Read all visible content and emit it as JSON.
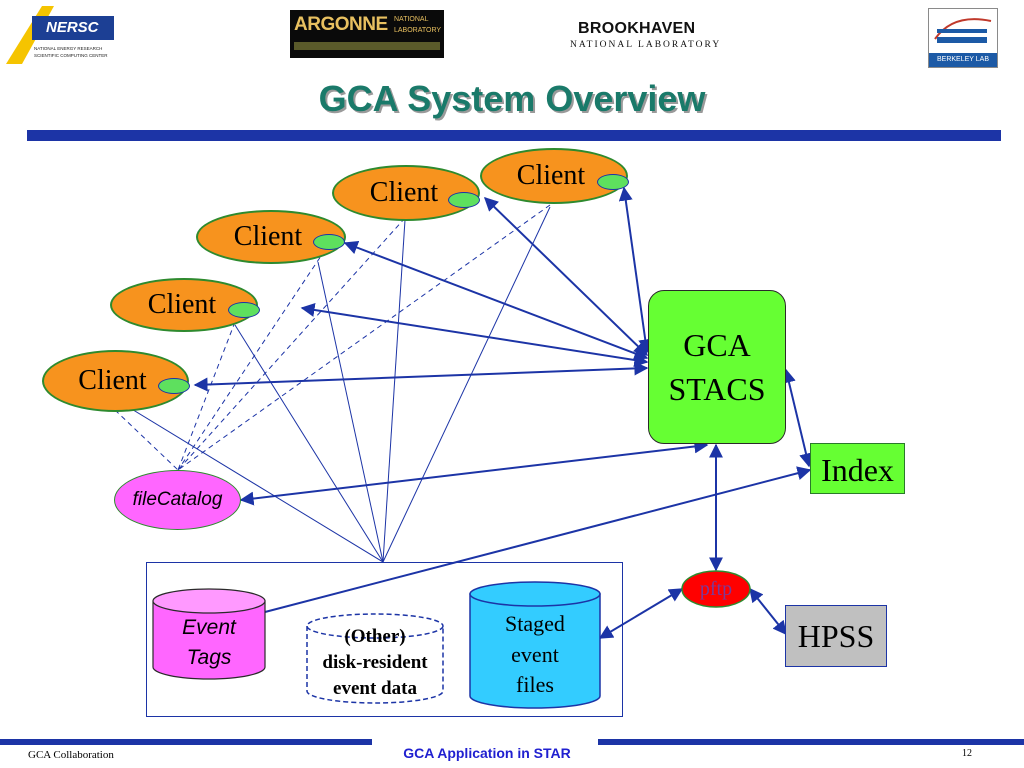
{
  "logos": {
    "nersc": {
      "name": "NERSC",
      "line1": "NATIONAL ENERGY RESEARCH",
      "line2": "SCIENTIFIC COMPUTING CENTER"
    },
    "argonne": {
      "name": "ARGONNE",
      "sub1": "NATIONAL",
      "sub2": "LABORATORY"
    },
    "brookhaven": {
      "name": "BROOKHAVEN",
      "sub": "NATIONAL LABORATORY"
    },
    "berkeley": {
      "name": "BERKELEY LAB"
    }
  },
  "slide": {
    "title": "GCA System Overview"
  },
  "diagram": {
    "clients": [
      "Client",
      "Client",
      "Client",
      "Client",
      "Client"
    ],
    "stacs": {
      "line1": "GCA",
      "line2": "STACS"
    },
    "index": "Index",
    "file_catalog": "fileCatalog",
    "event_tags": {
      "line1": "Event",
      "line2": "Tags"
    },
    "other_data": {
      "line1": "(Other)",
      "line2": "disk-resident",
      "line3": "event data"
    },
    "staged": {
      "line1": "Staged",
      "line2": "event",
      "line3": "files"
    },
    "pftp": "pftp",
    "hpss": "HPSS"
  },
  "colors": {
    "client_fill": "#f7931e",
    "port_fill": "#5ee05e",
    "stacs_fill": "#66ff33",
    "catalog_fill": "#ff66ff",
    "staged_fill": "#33ccff",
    "pftp_fill": "#ff0000",
    "hpss_fill": "#c0c0c0",
    "arrow": "#1c34a6",
    "title": "#1a7a6a"
  },
  "footer": {
    "left": "GCA Collaboration",
    "center": "GCA Application in STAR",
    "page": "12"
  }
}
